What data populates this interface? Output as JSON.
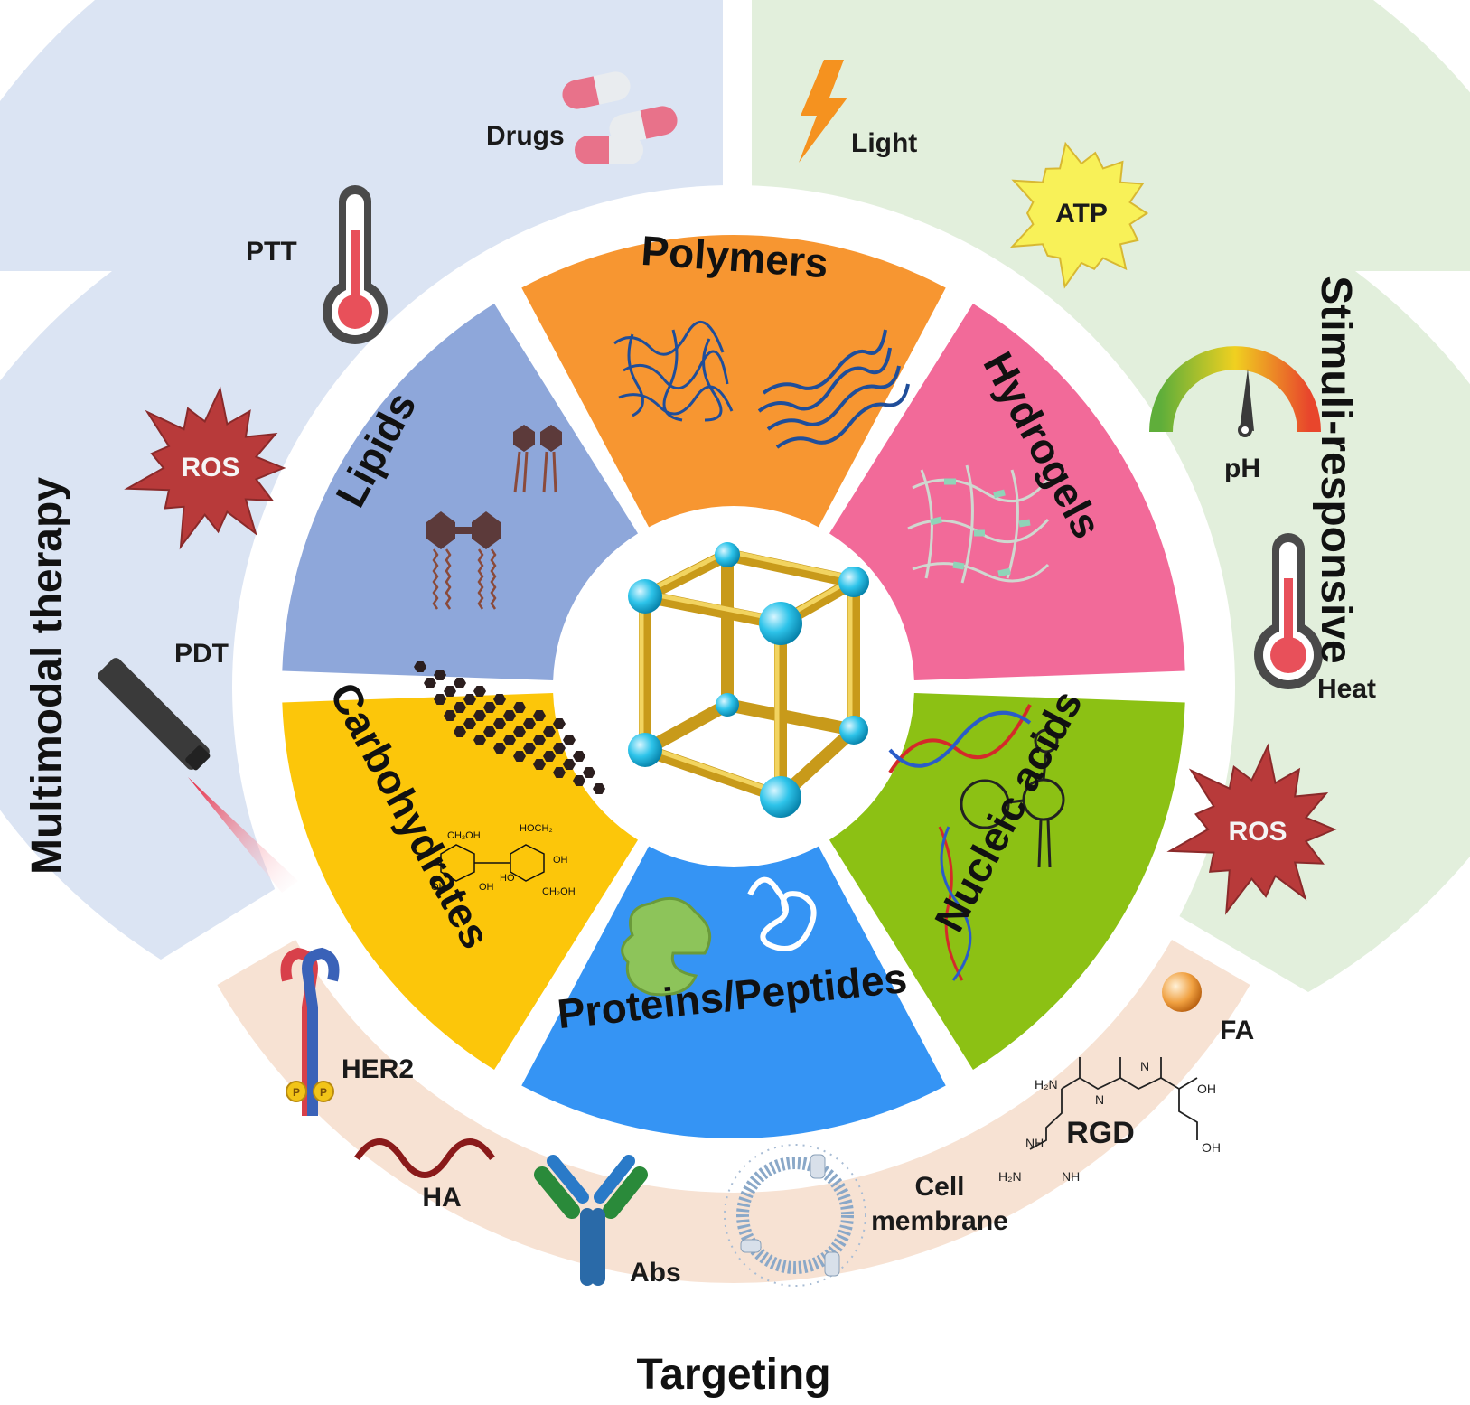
{
  "outer_ring": {
    "multimodal": {
      "title": "Multimodal therapy",
      "items": [
        "Drugs",
        "PTT",
        "ROS",
        "PDT"
      ],
      "color": "#dbe4f3"
    },
    "stimuli": {
      "title": "Stimuli-responsive",
      "items": [
        "Light",
        "ATP",
        "pH",
        "Heat",
        "ROS"
      ],
      "color": "#e2efdc"
    },
    "targeting": {
      "title": "Targeting",
      "items": [
        "HER2",
        "HA",
        "Abs",
        "Cell membrane",
        "RGD",
        "FA"
      ],
      "color": "#f7e2d3"
    }
  },
  "segments": [
    {
      "label": "Polymers",
      "color": "#f79631"
    },
    {
      "label": "Hydrogels",
      "color": "#f26a99"
    },
    {
      "label": "Nucleic acids",
      "color": "#8cc114"
    },
    {
      "label": "Proteins/Peptides",
      "color": "#3594f4"
    },
    {
      "label": "Carbohydrates",
      "color": "#fcc60a"
    },
    {
      "label": "Lipids",
      "color": "#8ea7da"
    }
  ],
  "chem_labels": {
    "rgd": [
      "H₂N",
      "N",
      "N",
      "OH",
      "OH",
      "NH",
      "H₂N",
      "NH"
    ],
    "sugar": [
      "CH₂OH",
      "HOCH₂",
      "OH",
      "OH",
      "HO",
      "CH₂OH",
      "OH"
    ]
  },
  "icon_text": {
    "phospho": [
      "P",
      "P"
    ]
  }
}
